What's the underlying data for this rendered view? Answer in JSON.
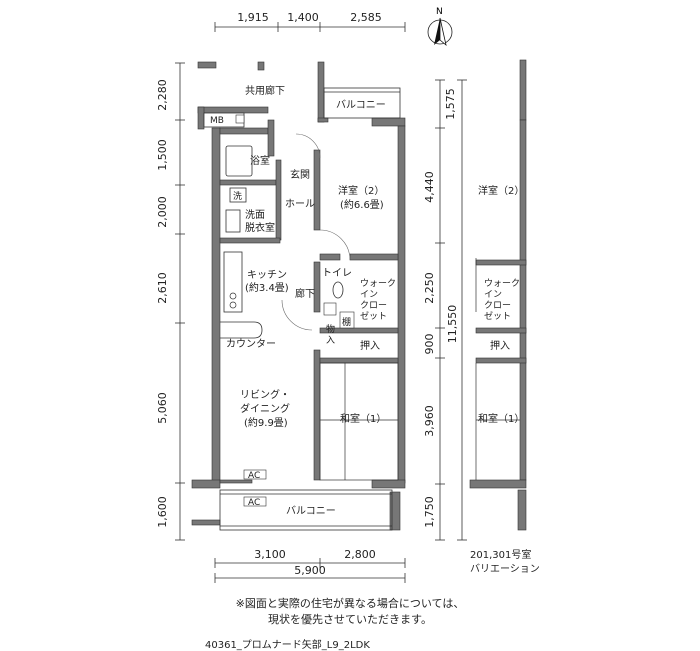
{
  "compass": {
    "north": "N"
  },
  "dimensions": {
    "top": [
      "1,915",
      "1,400",
      "2,585"
    ],
    "left": [
      "2,280",
      "1,500",
      "2,000",
      "2,610",
      "5,060",
      "1,600"
    ],
    "right": [
      "1,575",
      "4,440",
      "2,250",
      "900",
      "11,550",
      "3,960",
      "1,750"
    ],
    "bottom_parts": [
      "3,100",
      "2,800"
    ],
    "bottom_total": "5,900"
  },
  "rooms": {
    "common_corridor": "共用廊下",
    "balcony_top": "バルコニー",
    "mb": "MB",
    "bath": "浴室",
    "entrance": "玄関",
    "hall": "ホール",
    "western_room_2": "洋室（2）",
    "western_room_2_size": "(約6.6畳)",
    "wash": "洗",
    "washroom_line1": "洗面",
    "washroom_line2": "脱衣室",
    "toilet": "トイレ",
    "kitchen": "キッチン",
    "kitchen_size": "(約3.4畳)",
    "corridor": "廊下",
    "walk_in_closet": [
      "ウォーク",
      "イン",
      "クロー",
      "ゼット"
    ],
    "shelf": "棚",
    "storage": [
      "物",
      "入"
    ],
    "counter": "カウンター",
    "closet": "押入",
    "living_dining_line1": "リビング・",
    "living_dining_line2": "ダイニング",
    "living_dining_size": "(約9.9畳)",
    "japanese_room_1": "和室（1）",
    "ac": "AC",
    "balcony_bottom": "バルコニー"
  },
  "variation": {
    "western_room_2": "洋室（2）",
    "walk_in_closet": [
      "ウォーク",
      "イン",
      "クロー",
      "ゼット"
    ],
    "closet": "押入",
    "japanese_room_1": "和室（1）",
    "caption_line1": "201,301号室",
    "caption_line2": "バリエーション"
  },
  "notes": {
    "line1": "※図面と実際の住宅が異なる場合については、",
    "line2": "現状を優先させていただきます。"
  },
  "plan_code": "40361_プロムナード矢部_L9_2LDK"
}
